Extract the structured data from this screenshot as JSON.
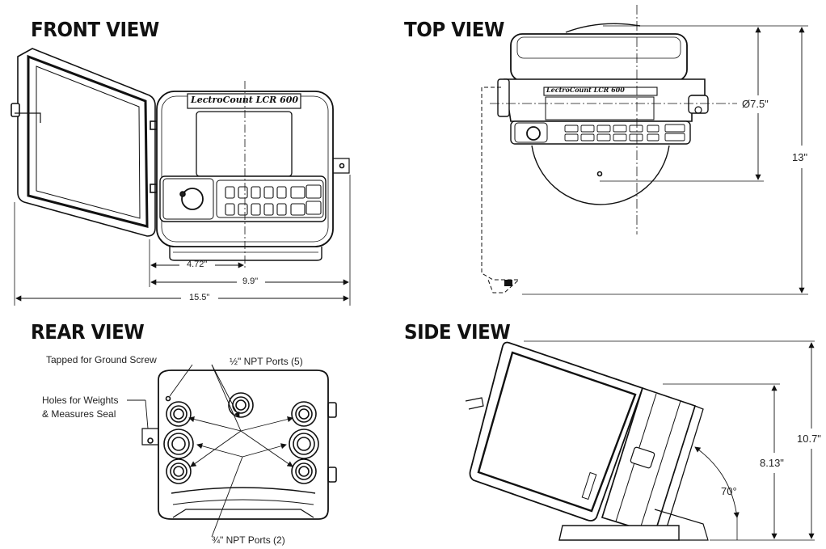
{
  "views": {
    "front": "FRONT VIEW",
    "top": "TOP VIEW",
    "rear": "REAR VIEW",
    "side": "SIDE VIEW"
  },
  "brand_label": "LectroCount LCR 600",
  "front_dims": {
    "center": "4.72\"",
    "width": "9.9\"",
    "overall": "15.5\""
  },
  "top_dims": {
    "diameter": "Ø7.5\"",
    "depth": "13\""
  },
  "side_dims": {
    "height": "10.7\"",
    "height_inner": "8.13\"",
    "angle": "70°"
  },
  "rear_notes": {
    "ground_screw": "Tapped for Ground Screw",
    "weights_seal_line1": "Holes for Weights",
    "weights_seal_line2": "& Measures Seal",
    "half_ports": "½\" NPT Ports (5)",
    "three_quarter_ports": "¾\" NPT Ports (2)"
  }
}
